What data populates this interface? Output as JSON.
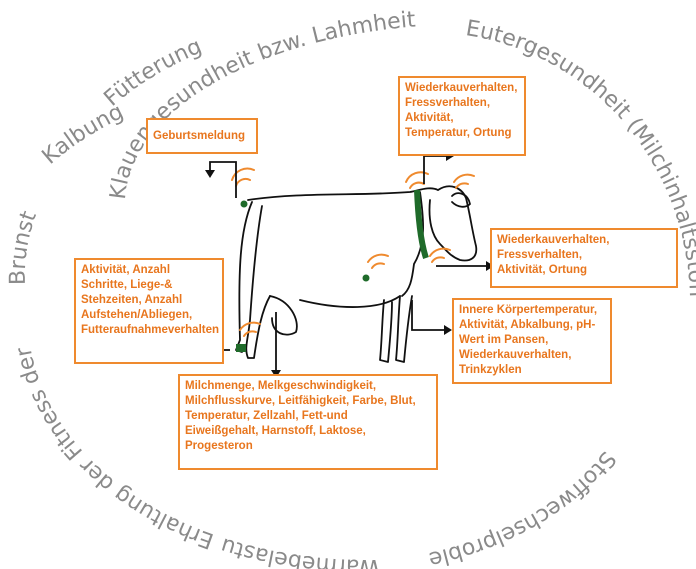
{
  "ring": {
    "top": "Klauengesundheit bzw. Lahmheit",
    "upper_right": "Eutergesundheit (Milchinhaltsstoffe, Gesundheitsparameter)",
    "lower_right": "Stoffwechselprobleme",
    "bottom": "Wärmebelastung",
    "lower_left": "Erhaltung der Fitness der Kuh",
    "left": "Brunst",
    "left_upper": "Kalbung",
    "upper_left": "Fütterung"
  },
  "boxes": {
    "birth": "Geburtsmeldung",
    "neck": "Wiederkauverhalten,\nFressverhalten,\nAktivität,\nTemperatur, Ortung",
    "ear": "Wiederkauverhalten,\nFressverhalten,\nAktivität, Ortung",
    "rumen": "Innere Körpertemperatur,\nAktivität, Abkalbung, pH-\nWert im Pansen,\nWiederkauverhalten,\nTrinkzyklen",
    "leg": "Aktivität, Anzahl\nSchritte, Liege-&\nStehzeiten, Anzahl\nAufstehen/Abliegen,\nFutteraufnahmeverhalten",
    "milk": "Milchmenge, Melkgeschwindigkeit,\nMilchflusskurve, Leitfähigkeit, Farbe, Blut,\nTemperatur, Zellzahl, Fett-und\nEiweißgehalt, Harnstoff, Laktose,\nProgesteron"
  },
  "colors": {
    "accent": "#ef8a2e",
    "text": "#e8761e",
    "ring": "#8a8a8a",
    "collar": "#1f6b2a"
  }
}
